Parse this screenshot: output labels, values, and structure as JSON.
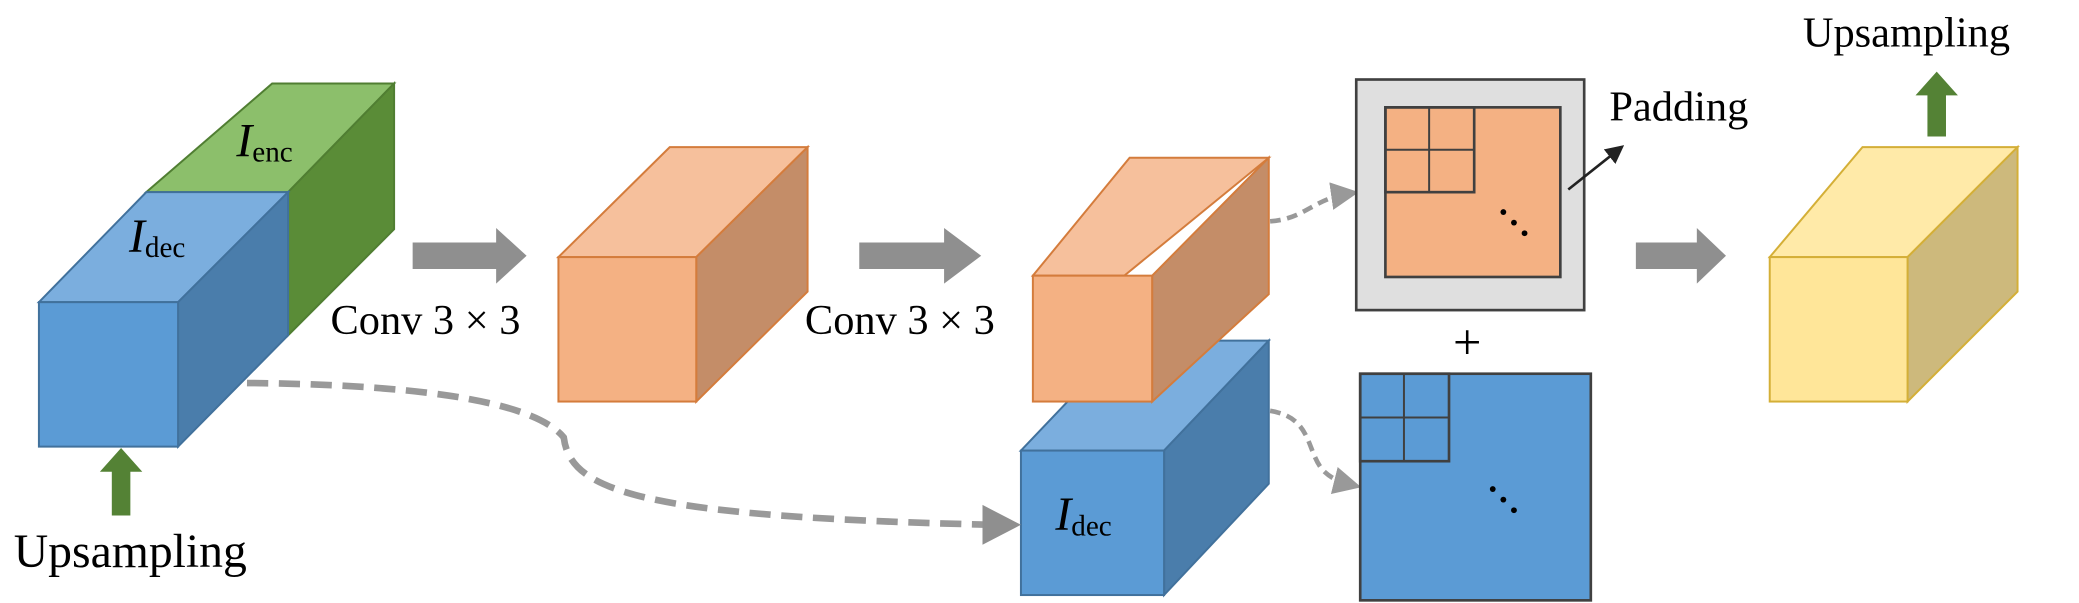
{
  "labels": {
    "upsampling_bottom": "Upsampling",
    "upsampling_top": "Upsampling",
    "conv1": "Conv 3 × 3",
    "conv2": "Conv 3 × 3",
    "padding": "Padding",
    "plus": "+",
    "ellipsis": "⋱",
    "i_enc_main": "I",
    "i_enc_sub": "enc",
    "i_dec_main": "I",
    "i_dec_sub": "dec",
    "i_dec2_main": "I",
    "i_dec2_sub": "dec"
  },
  "colors": {
    "blue_front": "#5B9BD5",
    "blue_top": "#7BAEDE",
    "blue_side": "#4A7DAB",
    "blue_stroke": "#41719C",
    "green_top": "#8CBF6B",
    "green_side": "#5A8C37",
    "green_stroke": "#507E32",
    "orange_front": "#F4B183",
    "orange_top": "#F6C09C",
    "orange_side": "#C48D68",
    "orange_stroke": "#D47C3C",
    "yellow_front": "#FFE699",
    "yellow_top": "#FFEAA8",
    "yellow_side": "#CDB97C",
    "yellow_stroke": "#D4AF37",
    "arrow_gray": "#8F8F8F",
    "pad_gray": "#DFDFDF",
    "grid_stroke": "#404040"
  }
}
